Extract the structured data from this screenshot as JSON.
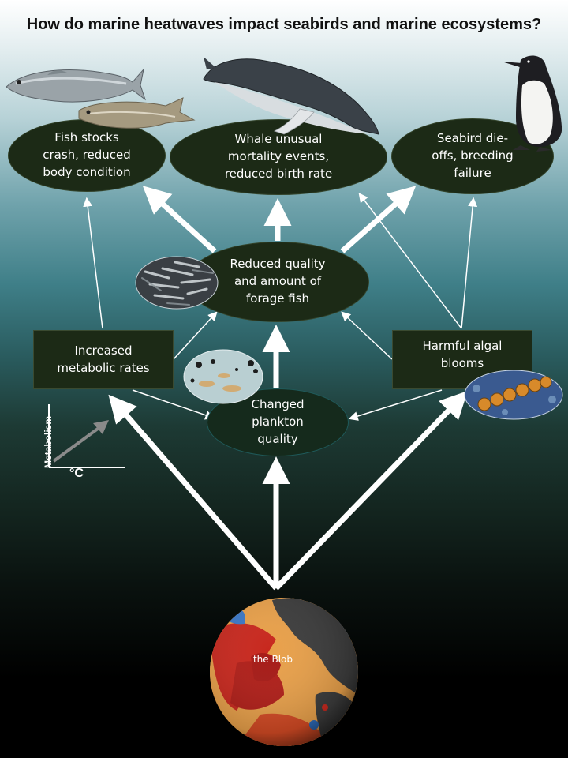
{
  "title": "How do marine heatwaves impact seabirds and marine ecosystems?",
  "nodes": {
    "fish": "Fish stocks crash, reduced body condition",
    "whale": "Whale unusual mortality events, reduced birth rate",
    "seabird": "Seabird die-offs, breeding failure",
    "forage": "Reduced quality and amount of forage fish",
    "metabolic": "Increased metabolic rates",
    "hab": "Harmful algal blooms",
    "plankton": "Changed plankton quality"
  },
  "inset": {
    "ylabel": "Metabolism",
    "xlabel": "°C"
  },
  "globe": {
    "label": "the Blob"
  },
  "colors": {
    "node_fill": "#1c2a16",
    "arrow": "#ffffff",
    "heat": "#c8281e",
    "cool": "#3a78c8",
    "land": "#3c3c3c"
  },
  "icons": [
    "salmon-icon",
    "cod-icon",
    "humpback-whale-icon",
    "murre-seabird-icon",
    "forage-fish-photo",
    "plankton-photo",
    "algae-photo",
    "globe-sst-map"
  ]
}
